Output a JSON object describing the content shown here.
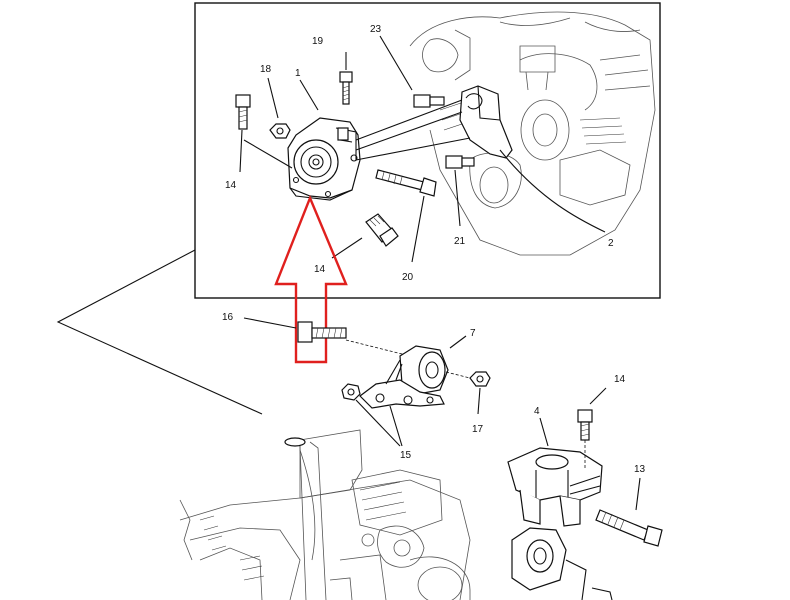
{
  "diagram": {
    "callouts": {
      "c1": "1",
      "c2": "2",
      "c4": "4",
      "c7": "7",
      "c13": "13",
      "c14a": "14",
      "c14b": "14",
      "c14c": "14",
      "c15": "15",
      "c16": "16",
      "c17": "17",
      "c18": "18",
      "c19": "19",
      "c20": "20",
      "c21": "21",
      "c23": "23"
    },
    "highlight_arrow_color": "#e0201e",
    "line_color": "#111111"
  }
}
